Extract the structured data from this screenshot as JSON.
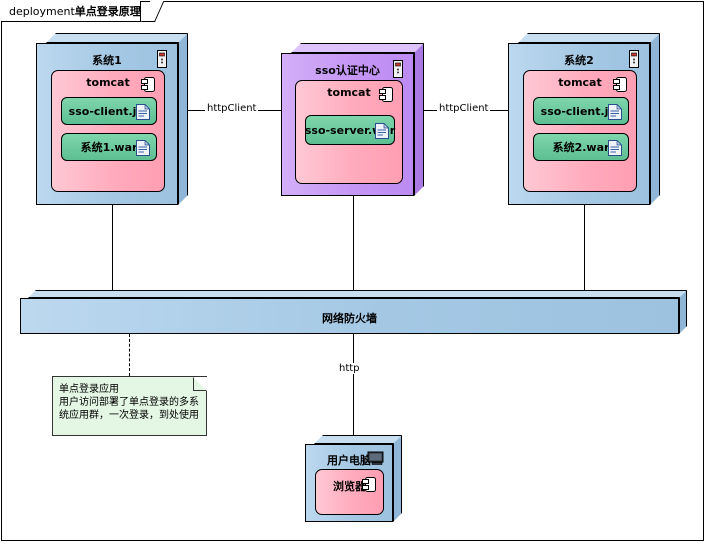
{
  "diagram": {
    "frame_keyword": "deployment",
    "frame_title": "单点登录原理"
  },
  "nodes": [
    {
      "id": "system1",
      "label": "系统1",
      "icon": "device-icon",
      "color": "#a4c8e4",
      "component": {
        "label": "tomcat",
        "icon": "component-icon",
        "color": "#ffabbd",
        "artifacts": [
          {
            "label": "sso-client.jar",
            "icon": "document-icon",
            "color": "#5dbf93"
          },
          {
            "label": "系统1.war",
            "icon": "document-icon",
            "color": "#5dbf93"
          }
        ]
      }
    },
    {
      "id": "sso-center",
      "label": "sso认证中心",
      "icon": "device-icon",
      "color": "#c495f4",
      "component": {
        "label": "tomcat",
        "icon": "component-icon",
        "color": "#ffabbd",
        "artifacts": [
          {
            "label": "sso-server.war",
            "icon": "document-icon",
            "color": "#5dbf93"
          }
        ]
      }
    },
    {
      "id": "system2",
      "label": "系统2",
      "icon": "device-icon",
      "color": "#a4c8e4",
      "component": {
        "label": "tomcat",
        "icon": "component-icon",
        "color": "#ffabbd",
        "artifacts": [
          {
            "label": "sso-client.jar",
            "icon": "document-icon",
            "color": "#5dbf93"
          },
          {
            "label": "系统2.war",
            "icon": "document-icon",
            "color": "#5dbf93"
          }
        ]
      }
    }
  ],
  "firewall": {
    "label": "网络防火墙",
    "color": "#a4c8e4"
  },
  "client": {
    "label": "用户电脑",
    "icon": "monitor-icon",
    "color": "#a4c8e4",
    "component": {
      "label": "浏览器",
      "icon": "component-icon",
      "color": "#ffabbd"
    }
  },
  "connectors": [
    {
      "id": "left-httpclient",
      "label": "httpClient"
    },
    {
      "id": "right-httpclient",
      "label": "httpClient"
    },
    {
      "id": "client-http",
      "label": "http"
    }
  ],
  "note": {
    "color": "#e4f6e4",
    "lines": [
      "单点登录应用",
      "用户访问部署了单点登录的多系",
      "统应用群，一次登录，到处使用"
    ]
  }
}
